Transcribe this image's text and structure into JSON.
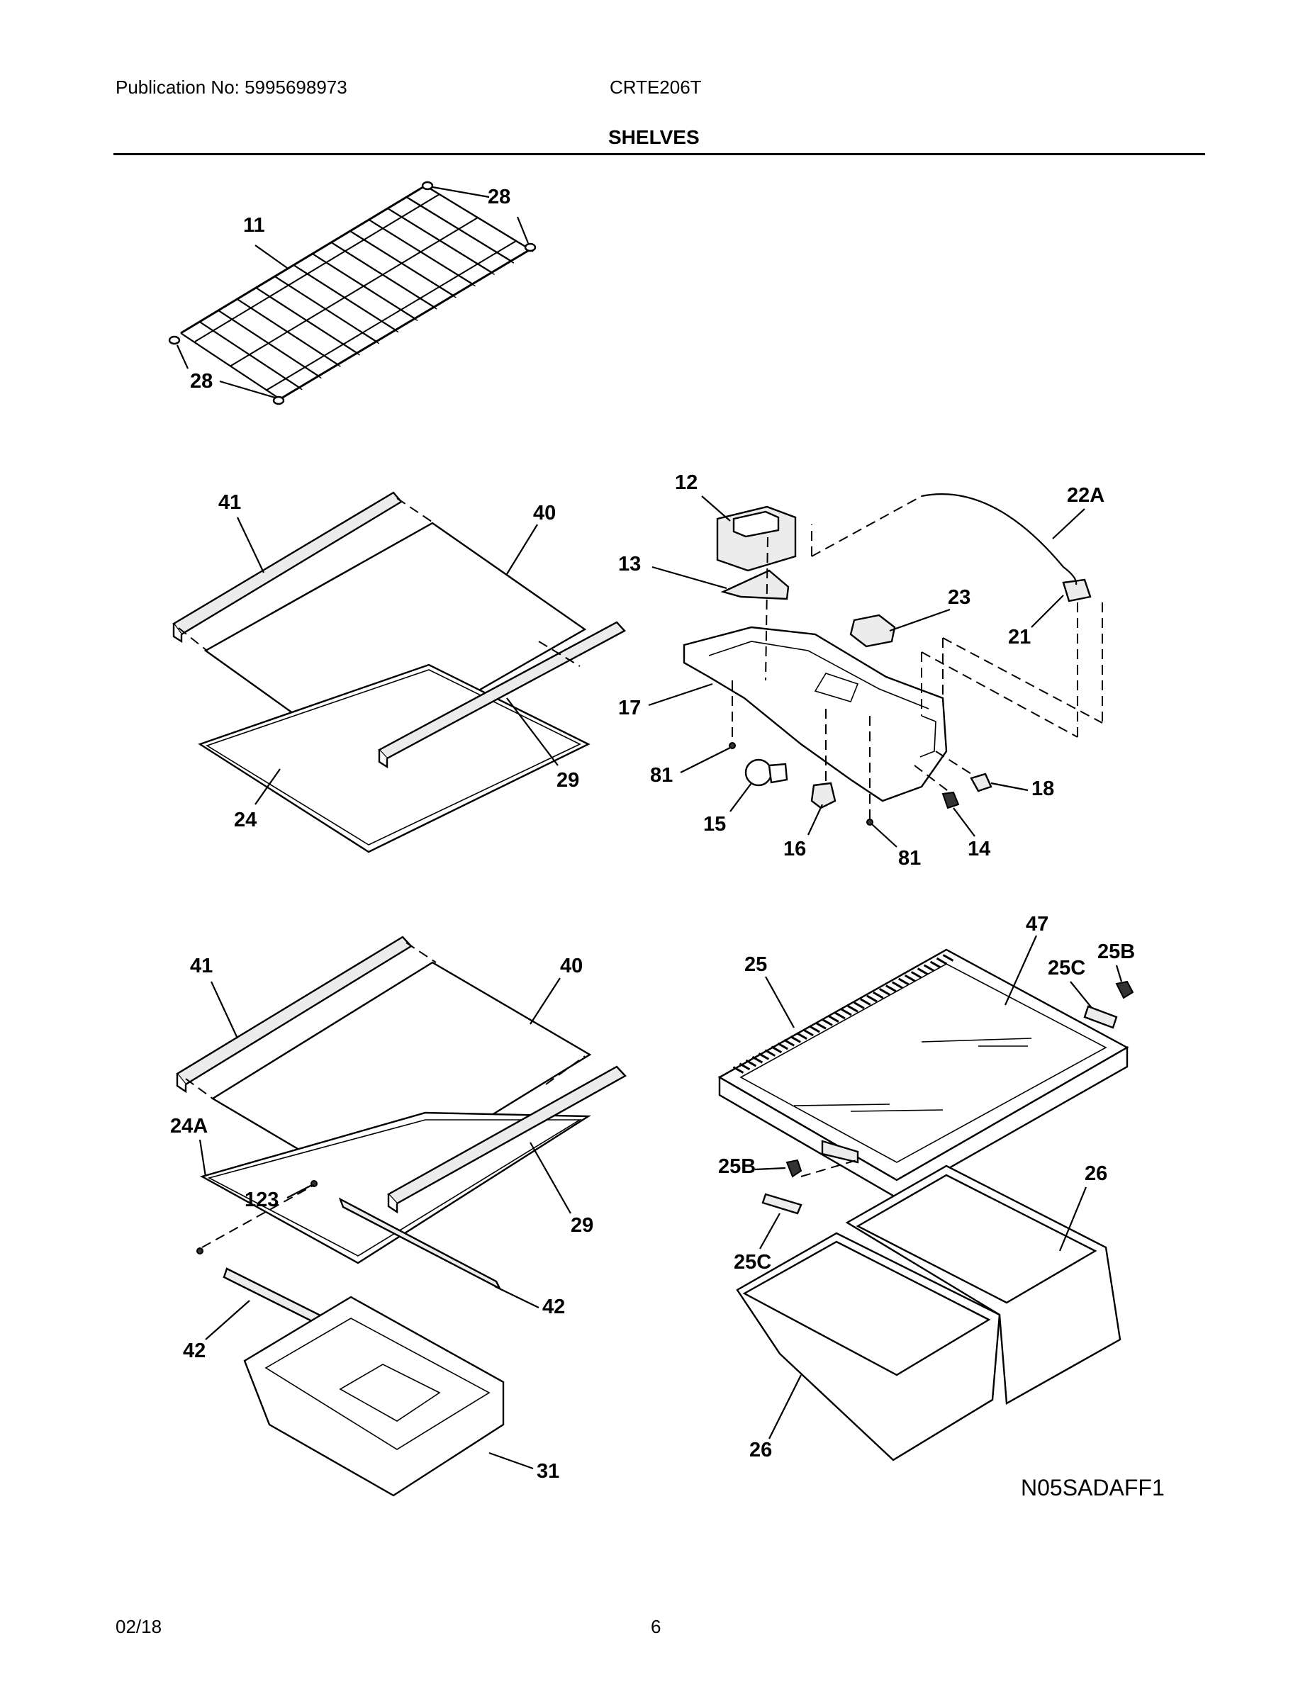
{
  "header": {
    "publication": "Publication No: 5995698973",
    "model": "CRTE206T",
    "section_title": "SHELVES"
  },
  "footer": {
    "date": "02/18",
    "page_number": "6"
  },
  "diagram_code": "N05SADAFF1",
  "callouts": {
    "p11": "11",
    "p28a": "28",
    "p28b": "28",
    "p41a": "41",
    "p40a": "40",
    "p29a": "29",
    "p24": "24",
    "p12": "12",
    "p13": "13",
    "p22a": "22A",
    "p23": "23",
    "p21": "21",
    "p17": "17",
    "p81a": "81",
    "p15": "15",
    "p16": "16",
    "p81b": "81",
    "p14": "14",
    "p18": "18",
    "p41b": "41",
    "p40b": "40",
    "p24a": "24A",
    "p123": "123",
    "p29b": "29",
    "p42a": "42",
    "p42b": "42",
    "p31": "31",
    "p47": "47",
    "p25": "25",
    "p25c_top": "25C",
    "p25b_top": "25B",
    "p25b_low": "25B",
    "p25c_low": "25C",
    "p26a": "26",
    "p26b": "26"
  }
}
